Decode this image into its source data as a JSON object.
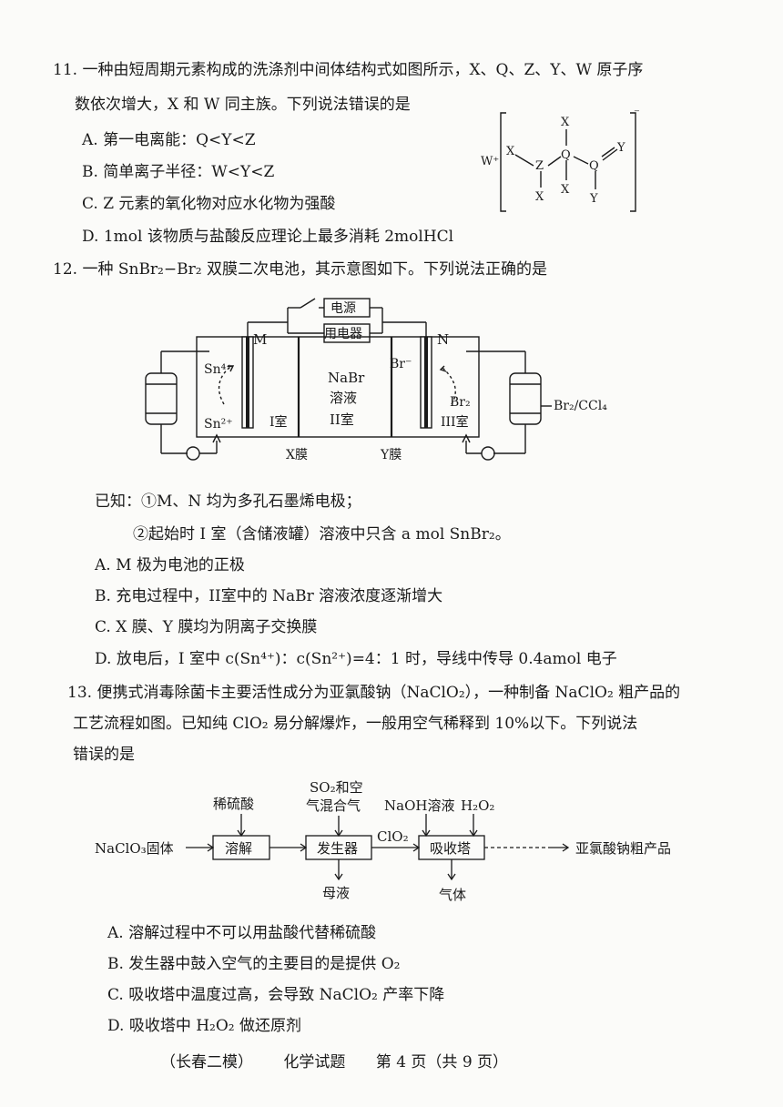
{
  "q11": {
    "stem_line1": "11. 一种由短周期元素构成的洗涤剂中间体结构式如图所示，X、Q、Z、Y、W 原子序",
    "stem_line2": "数依次增大，X 和 W 同主族。下列说法错误的是",
    "options": [
      "A. 第一电离能：Q<Y<Z",
      "B. 简单离子半径：W<Y<Z",
      "C. Z 元素的氧化物对应水化物为强酸",
      "D. 1mol 该物质与盐酸反应理论上最多消耗 2molHCl"
    ],
    "structure": {
      "cation": "W⁺",
      "x": "X",
      "z": "Z",
      "q": "Q",
      "y": "Y",
      "charge": "⁻"
    }
  },
  "q12": {
    "stem": "12. 一种 SnBr₂−Br₂ 双膜二次电池，其示意图如下。下列说法正确的是",
    "diagram": {
      "power": "电源",
      "appliance": "用电器",
      "electrode_m": "M",
      "electrode_n": "N",
      "sn4": "Sn⁴⁺",
      "sn2": "Sn²⁺",
      "br_minus": "Br⁻",
      "br2": "Br₂",
      "nabr_1": "NaBr",
      "nabr_2": "溶液",
      "room1": "I室",
      "room2": "II室",
      "room3": "III室",
      "membrane_x": "X膜",
      "membrane_y": "Y膜",
      "tank_right": "Br₂/CCl₄"
    },
    "known_1": "已知：①M、N 均为多孔石墨烯电极；",
    "known_2": "②起始时 I 室（含储液罐）溶液中只含 a mol SnBr₂。",
    "options": [
      "A. M 极为电池的正极",
      "B. 充电过程中，II室中的 NaBr 溶液浓度逐渐增大",
      "C. X 膜、Y 膜均为阴离子交换膜",
      "D. 放电后，I 室中 c(Sn⁴⁺)：c(Sn²⁺)=4：1 时，导线中传导 0.4amol 电子"
    ]
  },
  "q13": {
    "stem_line1": "13. 便携式消毒除菌卡主要活性成分为亚氯酸钠（NaClO₂），一种制备 NaClO₂ 粗产品的",
    "stem_line2": "工艺流程如图。已知纯 ClO₂ 易分解爆炸，一般用空气稀释到 10%以下。下列说法",
    "stem_line3": "错误的是",
    "flow": {
      "start": "NaClO₃固体",
      "dilute_acid": "稀硫酸",
      "dissolve": "溶解",
      "so2_1": "SO₂和空",
      "so2_2": "气混合气",
      "generator": "发生器",
      "clo2": "ClO₂",
      "naoh": "NaOH溶液",
      "h2o2": "H₂O₂",
      "absorber": "吸收塔",
      "product": "亚氯酸钠粗产品",
      "mother_liquor": "母液",
      "gas": "气体"
    },
    "options": [
      "A. 溶解过程中不可以用盐酸代替稀硫酸",
      "B. 发生器中鼓入空气的主要目的是提供 O₂",
      "C. 吸收塔中温度过高，会导致 NaClO₂ 产率下降",
      "D. 吸收塔中 H₂O₂ 做还原剂"
    ]
  },
  "footer": {
    "exam": "（长春二模）",
    "subject": "化学试题",
    "page": "第 4 页（共 9 页）"
  }
}
